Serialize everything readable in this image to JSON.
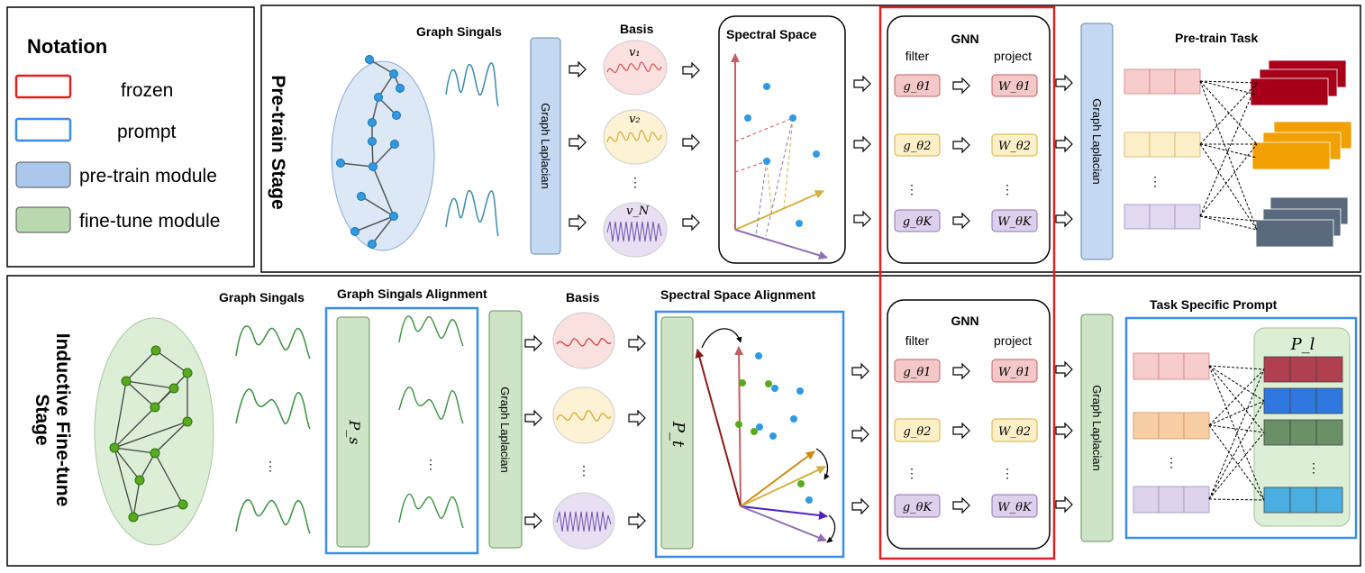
{
  "notation": {
    "title": "Notation",
    "frozen": "frozen",
    "prompt": "prompt",
    "pretrain_module": "pre-train module",
    "finetune_module": "fine-tune module",
    "colors": {
      "frozen": "#e02020",
      "prompt": "#3a8ee6",
      "pretrain": "#a9c8ec",
      "finetune": "#b8d8b0"
    }
  },
  "top": {
    "stage_label": "Pre-train Stage",
    "graph_signals": "Graph Singals",
    "laplacian1": "Graph Laplacian",
    "basis": "Basis",
    "basis_labels": [
      "v₁",
      "v₂",
      "v_N"
    ],
    "spectral": "Spectral Space",
    "gnn": "GNN",
    "filter": "filter",
    "project": "project",
    "filters": [
      "g_θ1",
      "g_θ2",
      "g_θK"
    ],
    "projects": [
      "W_θ1",
      "W_θ2",
      "W_θK"
    ],
    "laplacian2": "Graph Laplacian",
    "task": "Pre-train Task",
    "dots": "⋮"
  },
  "bottom": {
    "stage_label_1": "Inductive Fine-tune",
    "stage_label_2": "Stage",
    "graph_signals": "Graph Singals",
    "alignment": "Graph Singals Alignment",
    "ps": "P_s",
    "laplacian1": "Graph Laplacian",
    "basis": "Basis",
    "spectral": "Spectral Space Alignment",
    "pt": "P_t",
    "gnn": "GNN",
    "filter": "filter",
    "project": "project",
    "filters": [
      "g_θ1",
      "g_θ2",
      "g_θK"
    ],
    "projects": [
      "W_θ1",
      "W_θ2",
      "W_θK"
    ],
    "laplacian2": "Graph Laplacian",
    "task": "Task Specific Prompt",
    "pl": "P_l",
    "dots": "⋮"
  }
}
